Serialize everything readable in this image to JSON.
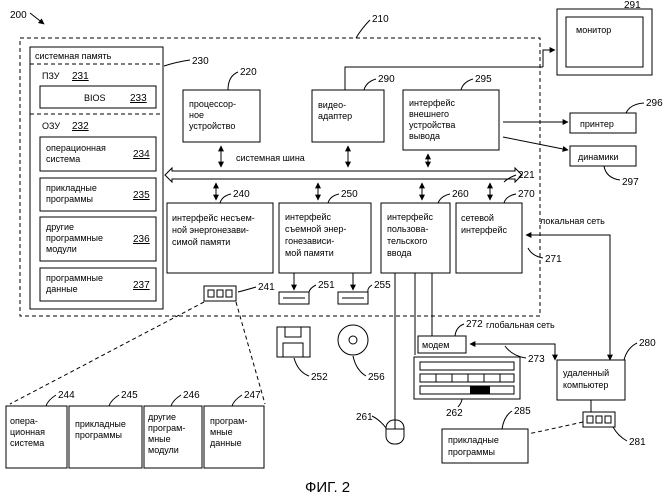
{
  "figure": {
    "caption": "ФИГ. 2",
    "ref_system": "200",
    "ref_computer": "210",
    "system_bus": "системная шина",
    "system_memory": {
      "title": "системная память",
      "ref": "230",
      "rom": {
        "label": "ПЗУ",
        "ref": "231"
      },
      "bios": {
        "label": "BIOS",
        "ref": "233"
      },
      "ram": {
        "label": "ОЗУ",
        "ref": "232"
      },
      "ram_items": [
        {
          "line1": "операционная",
          "line2": "система",
          "ref": "234"
        },
        {
          "line1": "прикладные",
          "line2": "программы",
          "ref": "235"
        },
        {
          "line1": "другие",
          "line2": "программные",
          "line3": "модули",
          "ref": "236"
        },
        {
          "line1": "программные",
          "line2": "данные",
          "ref": "237"
        }
      ]
    },
    "cpu": {
      "line1": "процессор-",
      "line2": "ное",
      "line3": "устройство",
      "ref": "220"
    },
    "video": {
      "line1": "видео-",
      "line2": "адаптер",
      "ref": "290"
    },
    "periph_if": {
      "line1": "интерфейс",
      "line2": "внешнего",
      "line3": "устройства",
      "line4": "вывода",
      "ref": "295"
    },
    "monitor": {
      "label": "монитор",
      "ref": "291"
    },
    "printer": {
      "label": "принтер",
      "ref": "296"
    },
    "speakers": {
      "label": "динамики",
      "ref": "297"
    },
    "nonremovable_if": {
      "line1": "интерфейс несъем-",
      "line2": "ной энергонезави-",
      "line3": "симой памяти",
      "ref": "240"
    },
    "removable_if": {
      "line1": "интерфейс",
      "line2": "съемной энер-",
      "line3": "гонезависи-",
      "line4": "мой памяти",
      "ref": "250"
    },
    "user_input_if": {
      "line1": "интерфейс",
      "line2": "пользова-",
      "line3": "тельского",
      "line4": "ввода",
      "ref": "260"
    },
    "network_if": {
      "line1": "сетевой",
      "line2": "интерфейс",
      "ref": "270"
    },
    "ref_221": "221",
    "lan": {
      "label": "локальная сеть",
      "ref": "271"
    },
    "wan": {
      "label": "глобальная сеть",
      "ref": "273"
    },
    "modem": {
      "label": "модем",
      "ref": "272"
    },
    "remote": {
      "line1": "удаленный",
      "line2": "компьютер",
      "ref": "280"
    },
    "remote_apps": {
      "line1": "прикладные",
      "line2": "программы",
      "ref": "285",
      "drive_ref": "281"
    },
    "hdd_ref": "241",
    "fdd_ref": "251",
    "floppy_ref": "252",
    "cd_ref": "255",
    "disc_ref": "256",
    "mouse_ref": "261",
    "keyboard_ref": "262",
    "disk_contents": [
      {
        "line1": "опера-",
        "line2": "ционная",
        "line3": "система",
        "ref": "244"
      },
      {
        "line1": "прикладные",
        "line2": "программы",
        "ref": "245"
      },
      {
        "line1": "другие",
        "line2": "програм-",
        "line3": "мные",
        "line4": "модули",
        "ref": "246"
      },
      {
        "line1": "програм-",
        "line2": "мные",
        "line3": "данные",
        "ref": "247"
      }
    ]
  }
}
